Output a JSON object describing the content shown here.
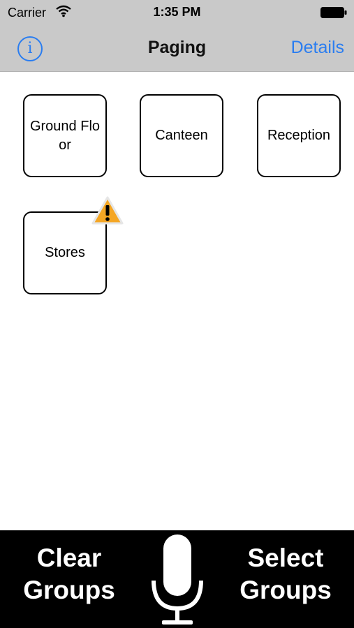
{
  "status_bar": {
    "carrier": "Carrier",
    "time": "1:35 PM",
    "icons": [
      "wifi-icon",
      "battery-icon"
    ]
  },
  "nav_bar": {
    "info_glyph": "i",
    "title": "Paging",
    "details_label": "Details"
  },
  "groups": [
    {
      "label": "Ground Floor",
      "warning": false
    },
    {
      "label": "Canteen",
      "warning": false
    },
    {
      "label": "Reception",
      "warning": false
    },
    {
      "label": "Stores",
      "warning": true
    }
  ],
  "bottom_bar": {
    "clear_label": "Clear Groups",
    "select_label": "Select Groups",
    "mic_icon": "microphone-icon"
  },
  "colors": {
    "accent": "#2a7df0",
    "bar_bg": "#c9c9c9",
    "warning": "#f5a623"
  }
}
